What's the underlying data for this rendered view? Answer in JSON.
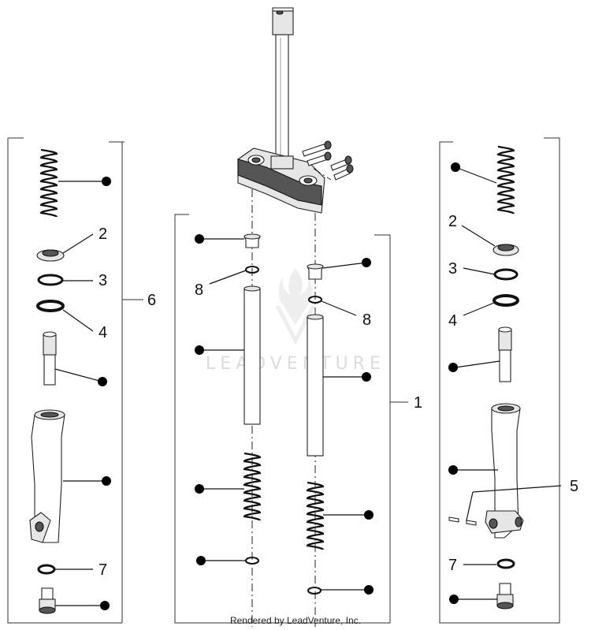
{
  "callouts": {
    "c1": "1",
    "c2_left": "2",
    "c2_right": "2",
    "c3_left": "3",
    "c3_right": "3",
    "c4_left": "4",
    "c4_right": "4",
    "c5": "5",
    "c6": "6",
    "c7_left": "7",
    "c7_right": "7",
    "c8_left": "8",
    "c8_right": "8"
  },
  "watermark": "LEADVENTURE",
  "credit": "Rendered by LeadVenture, Inc.",
  "logo_icon": "flame-v-logo-icon",
  "colors": {
    "ink": "#111111",
    "watermark": "#dcdcdc",
    "background": "#ffffff"
  }
}
